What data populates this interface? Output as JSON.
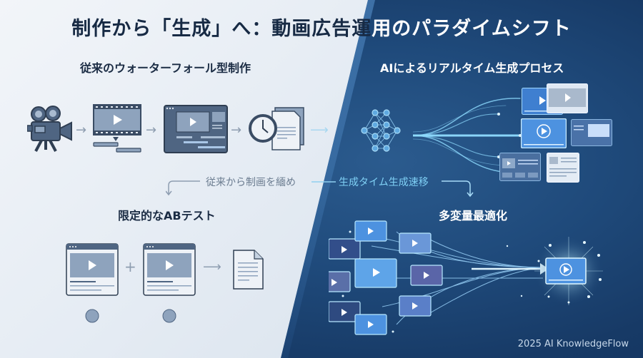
{
  "title": {
    "dark_part": "制作から「生成」へ：動画広告運",
    "light_part": "用のパラダイムシフト"
  },
  "left": {
    "top_heading": "従来のウォーターフォール型制作",
    "bottom_heading": "限定的なABテスト",
    "waterfall_steps": [
      "video-camera-icon",
      "film-strip-icon",
      "video-editor-icon",
      "clock-document-icon"
    ],
    "ab_test_items": [
      "video-variant-a-icon",
      "plus-icon",
      "video-variant-b-icon",
      "arrow-right-icon",
      "report-document-icon"
    ]
  },
  "right": {
    "top_heading": "AIによるリアルタイム生成プロセス",
    "bottom_heading": "多変量最適化",
    "generation_items": [
      "neural-network-icon",
      "generated-video-1",
      "generated-video-2",
      "generated-video-3",
      "generated-panel-4",
      "generated-layout-5",
      "generated-article-6"
    ],
    "optimization_result": "optimized-video-icon"
  },
  "connectors": {
    "left_label": "従来から制画を緬め",
    "right_label": "生成タイム生成速移"
  },
  "credit": "2025 AI KnowledgeFlow",
  "colors": {
    "dark_text": "#172a44",
    "icon_slate": "#4f6582",
    "icon_fill": "#8fa5bf",
    "navy_bg": "#1f4a7b",
    "glow_cyan": "#7fd0f5",
    "light_bg": "#e4ebf3"
  }
}
